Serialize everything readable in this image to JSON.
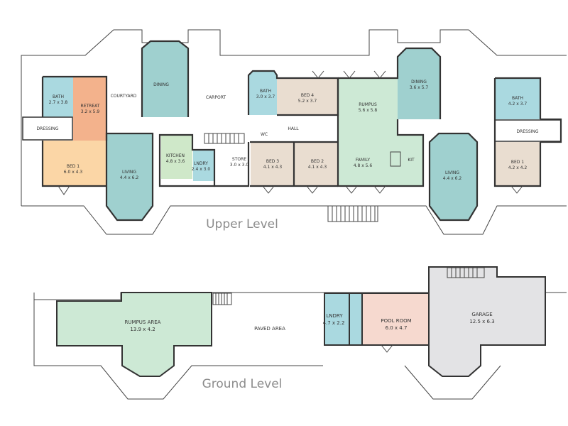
{
  "colors": {
    "bath": "#aad9e0",
    "retreat": "#f3b28c",
    "bed_master": "#fbd6a6",
    "bed": "#e9ddd0",
    "living": "#9fd0cf",
    "kitchen": "#cfe8c9",
    "rumpus": "#cde9d5",
    "pool_room": "#f6d9cf",
    "garage": "#e3e3e5",
    "wall": "#333333",
    "level_label": "#8c8c8c"
  },
  "upper_level": {
    "label": "Upper Level",
    "rooms": {
      "bath_left": {
        "name": "BATH",
        "dims": "2.7 x 3.8"
      },
      "retreat": {
        "name": "RETREAT",
        "dims": "3.2 x 5.9"
      },
      "courtyard": {
        "name": "COURTYARD"
      },
      "dining_left": {
        "name": "DINING"
      },
      "carport": {
        "name": "CARPORT"
      },
      "dressing_left": {
        "name": "DRESSING"
      },
      "bed1_left": {
        "name": "BED 1",
        "dims": "6.0 x 4.3"
      },
      "living_left": {
        "name": "LIVING",
        "dims": "4.4 x 6.2"
      },
      "kitchen": {
        "name": "KITCHEN",
        "dims": "4.8 x 3.6"
      },
      "laundry": {
        "name": "LNDRY",
        "dims": "2.4 x 3.0"
      },
      "store": {
        "name": "STORE",
        "dims": "3.0 x 3.0"
      },
      "bath_mid": {
        "name": "BATH",
        "dims": "3.0 x 3.7"
      },
      "bed4": {
        "name": "BED 4",
        "dims": "5.2 x 3.7"
      },
      "hall": {
        "name": "HALL"
      },
      "wc": {
        "name": "WC"
      },
      "bed3": {
        "name": "BED 3",
        "dims": "4.1 x 4.3"
      },
      "bed2": {
        "name": "BED 2",
        "dims": "4.1 x 4.3"
      },
      "rumpus": {
        "name": "RUMPUS",
        "dims": "5.6 x 5.8"
      },
      "family": {
        "name": "FAMILY",
        "dims": "4.8 x 5.6"
      },
      "kit": {
        "name": "KIT"
      },
      "dining_right": {
        "name": "DINING",
        "dims": "3.6 x 5.7"
      },
      "living_right": {
        "name": "LIVING",
        "dims": "4.4 x 6.2"
      },
      "bath_right": {
        "name": "BATH",
        "dims": "4.2 x 3.7"
      },
      "dressing_right": {
        "name": "DRESSING"
      },
      "bed1_right": {
        "name": "BED 1",
        "dims": "4.2 x 4.2"
      }
    }
  },
  "ground_level": {
    "label": "Ground Level",
    "rooms": {
      "rumpus_area": {
        "name": "RUMPUS AREA",
        "dims": "13.9 x 4.2"
      },
      "paved_area": {
        "name": "PAVED AREA"
      },
      "laundry": {
        "name": "LNDRY",
        "dims": "4.7 x 2.2"
      },
      "pool_room": {
        "name": "POOL ROOM",
        "dims": "6.0 x 4.7"
      },
      "garage": {
        "name": "GARAGE",
        "dims": "12.5 x 6.3"
      }
    }
  }
}
